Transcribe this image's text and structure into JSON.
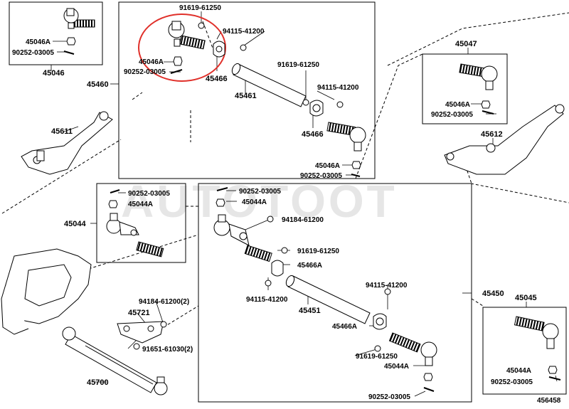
{
  "watermark": "AUTOTOOT",
  "diagram_id": "456458",
  "labels": {
    "p45046_top": "45046",
    "p45046A_top": "45046A",
    "p90252_top": "90252-03005",
    "p91619_a": "91619-61250",
    "p94115_a": "94115-41200",
    "p45046A_b": "45046A",
    "p90252_b": "90252-03005",
    "p45466_a": "45466",
    "p45460": "45460",
    "p45461": "45461",
    "p91619_b": "91619-61250",
    "p94115_b": "94115-41200",
    "p45466_b": "45466",
    "p45046A_c": "45046A",
    "p90252_c": "90252-03005",
    "p45611": "45611",
    "p45047": "45047",
    "p45046A_d": "45046A",
    "p90252_d": "90252-03005",
    "p45612": "45612",
    "p90252_e": "90252-03005",
    "p45044A_a": "45044A",
    "p45044": "45044",
    "p90252_f": "90252-03005",
    "p45044A_b": "45044A",
    "p94184_a": "94184-61200",
    "p91619_c": "91619-61250",
    "p45466A_a": "45466A",
    "p94115_c": "94115-41200",
    "p45451": "45451",
    "p94115_d": "94115-41200",
    "p45466A_b": "45466A",
    "p91619_d": "91619-61250",
    "p45044A_c": "45044A",
    "p90252_g": "90252-03005",
    "p45450": "45450",
    "p45045": "45045",
    "p45044A_d": "45044A",
    "p90252_h": "90252-03005",
    "p94184_b": "94184-61200(2)",
    "p45721": "45721",
    "p91651": "91651-61030(2)",
    "p45700": "45700"
  },
  "colors": {
    "line": "#000000",
    "highlight": "#e0302a",
    "watermark": "#e6e6e6"
  }
}
